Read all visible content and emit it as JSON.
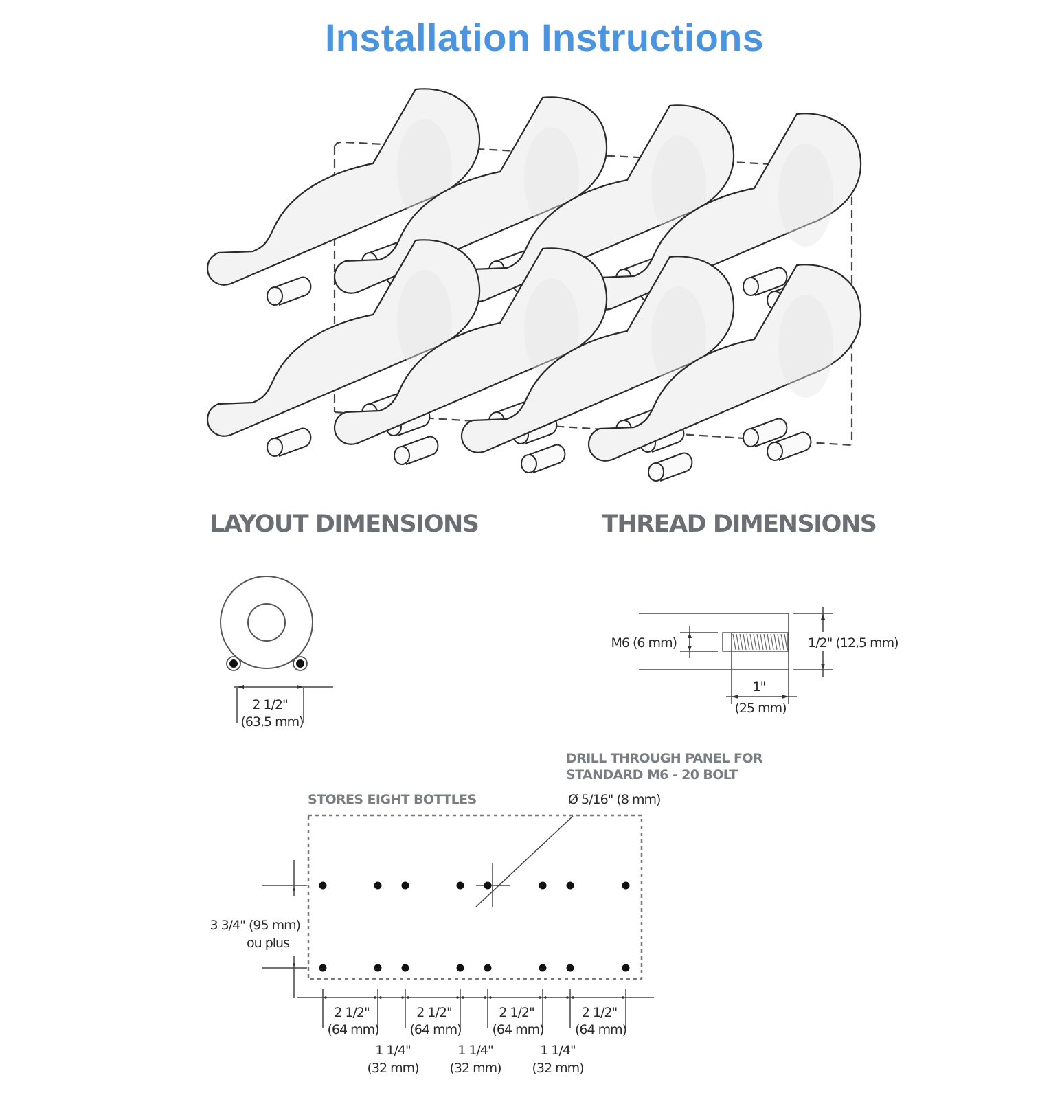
{
  "page": {
    "title": "Installation Instructions",
    "accent_color": "#4a94e0"
  },
  "illustration": {
    "name": "wine-rack-isometric",
    "bottle_rows": 2,
    "bottles_per_row": 4
  },
  "layout_dimensions": {
    "heading": "LAYOUT DIMENSIONS",
    "peg_spacing_in": "2 1/2\"",
    "peg_spacing_mm": "(63,5 mm)"
  },
  "thread_dimensions": {
    "heading": "THREAD DIMENSIONS",
    "thread_label": "M6 (6 mm)",
    "diameter_label": "1/2\" (12,5 mm)",
    "length_in": "1\"",
    "length_mm": "(25 mm)"
  },
  "drill_template": {
    "caption": "STORES EIGHT BOTTLES",
    "note_line1": "DRILL THROUGH PANEL FOR",
    "note_line2": "STANDARD M6 - 20 BOLT",
    "hole_diameter": "Ø 5/16\" (8 mm)",
    "row_spacing_line1": "3 3/4\" (95 mm)",
    "row_spacing_line2": "ou plus",
    "holes_per_row": 8,
    "rows": 2,
    "wide_spacings": [
      {
        "in": "2 1/2\"",
        "mm": "(64 mm)"
      },
      {
        "in": "2 1/2\"",
        "mm": "(64 mm)"
      },
      {
        "in": "2 1/2\"",
        "mm": "(64 mm)"
      },
      {
        "in": "2 1/2\"",
        "mm": "(64 mm)"
      }
    ],
    "narrow_spacings": [
      {
        "in": "1 1/4\"",
        "mm": "(32 mm)"
      },
      {
        "in": "1 1/4\"",
        "mm": "(32 mm)"
      },
      {
        "in": "1 1/4\"",
        "mm": "(32 mm)"
      }
    ]
  }
}
